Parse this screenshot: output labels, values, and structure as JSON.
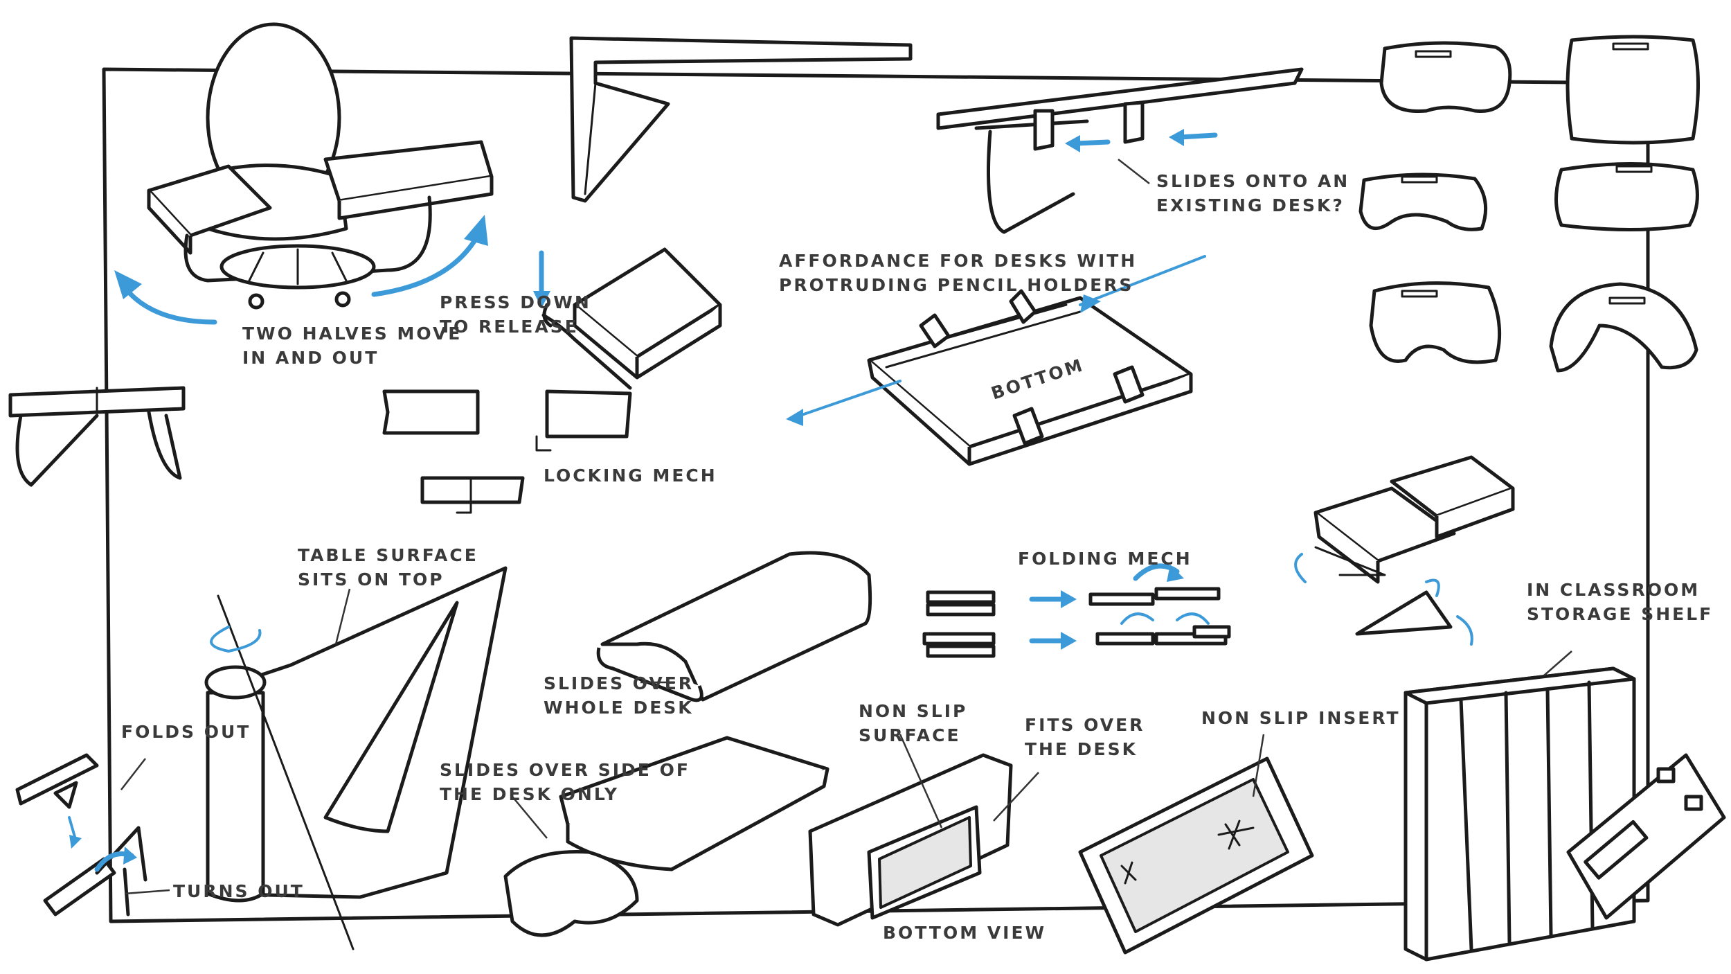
{
  "colors": {
    "ink": "#1b1b1b",
    "arrow_blue": "#3d9ad9",
    "label_gray": "#3a3a3a",
    "background": "#ffffff"
  },
  "labels": {
    "two_halves": [
      "TWO HALVES MOVE",
      "IN AND OUT"
    ],
    "press_down": [
      "PRESS DOWN",
      "TO RELEASE"
    ],
    "locking_mech": "LOCKING MECH",
    "slides_onto": [
      "SLIDES ONTO AN",
      "EXISTING DESK?"
    ],
    "affordance": [
      "AFFORDANCE FOR DESKS WITH",
      "PROTRUDING PENCIL HOLDERS"
    ],
    "bottom": "BOTTOM",
    "table_surface": [
      "TABLE SURFACE",
      "SITS ON TOP"
    ],
    "folding_mech": "FOLDING MECH",
    "in_classroom": [
      "IN CLASSROOM",
      "STORAGE SHELF"
    ],
    "slides_over_whole": [
      "SLIDES OVER",
      "WHOLE DESK"
    ],
    "folds_out": "FOLDS OUT",
    "turns_out": "TURNS OUT",
    "slides_over_side": [
      "SLIDES OVER SIDE OF",
      "THE DESK ONLY"
    ],
    "non_slip_surface": [
      "NON SLIP",
      "SURFACE"
    ],
    "fits_over": [
      "FITS OVER",
      "THE DESK"
    ],
    "bottom_view": "BOTTOM VIEW",
    "non_slip_insert": "NON SLIP INSERT"
  }
}
